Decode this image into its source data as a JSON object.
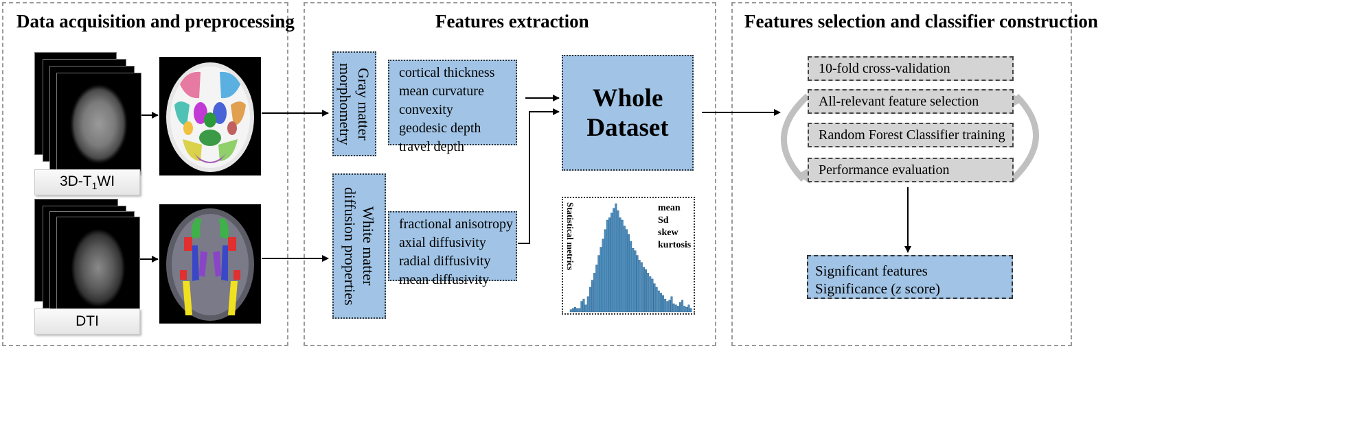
{
  "panels": {
    "left_title": "Data acquisition and  preprocessing",
    "middle_title": "Features extraction",
    "right_title": "Features selection and classifier construction"
  },
  "modalities": {
    "t1_label_main": "3D-T",
    "t1_label_sub": "1",
    "t1_label_end": "WI",
    "dti_label": "DTI"
  },
  "gray_matter": {
    "title": "Gray matter\nmorphometry",
    "features": [
      "cortical thickness",
      "mean curvature",
      "convexity",
      "geodesic depth",
      "travel depth"
    ]
  },
  "white_matter": {
    "title": "White matter\ndiffusion properties",
    "features": [
      "fractional anisotropy",
      "axial diffusivity",
      "radial diffusivity",
      "mean diffusivity"
    ]
  },
  "whole_dataset": {
    "line1": "Whole",
    "line2": "Dataset"
  },
  "histogram": {
    "ylabel": "Statistical metrics",
    "metrics": [
      "mean",
      "Sd",
      "skew",
      "kurtosis"
    ]
  },
  "pipeline": {
    "steps": [
      "10-fold cross-validation",
      "All-relevant feature selection",
      "Random Forest Classifier training",
      "Performance evaluation"
    ]
  },
  "output": {
    "line1": "Significant features",
    "line2_a": "Significance (",
    "line2_italic": "z",
    "line2_b": " score)"
  },
  "histogram_bars": [
    2,
    3,
    4,
    3,
    3,
    9,
    11,
    6,
    13,
    21,
    27,
    33,
    40,
    48,
    55,
    62,
    70,
    78,
    80,
    84,
    88,
    92,
    86,
    80,
    78,
    73,
    70,
    66,
    60,
    54,
    52,
    48,
    44,
    42,
    38,
    36,
    33,
    30,
    28,
    24,
    21,
    18,
    16,
    14,
    11,
    9,
    10,
    13,
    7,
    6,
    5,
    8,
    10,
    5,
    4,
    6,
    3
  ],
  "colors": {
    "box_blue": "#a1c4e6",
    "step_gray": "#d4d4d4",
    "panel_border": "#9a9a9a",
    "bar_blue": "#4a8fc0"
  }
}
